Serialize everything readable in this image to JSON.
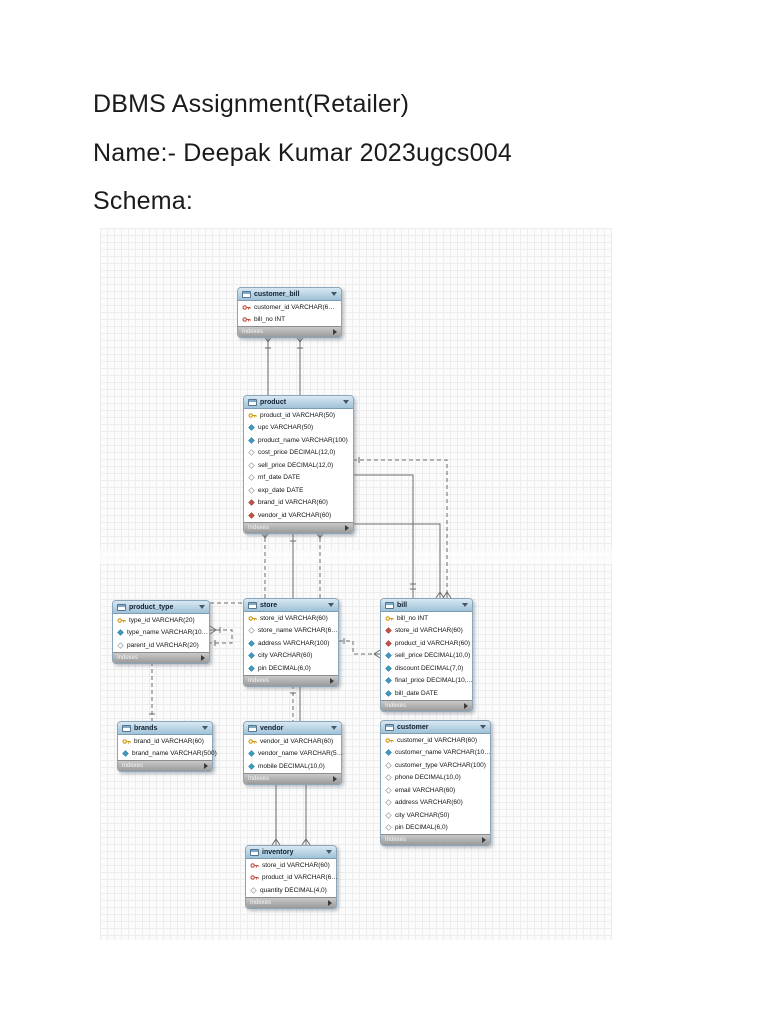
{
  "document": {
    "title": "DBMS Assignment(Retailer)",
    "name_line": "Name:- Deepak Kumar 2023ugcs004",
    "schema_label": "Schema:"
  },
  "diagram": {
    "indexes_label": "Indexes",
    "colors": {
      "table_header_blue": "#aecfe4",
      "table_footer_gray": "#a9a9a9",
      "grid_minor": "#ededed",
      "grid_major": "#e0e0e0",
      "primary_key": "#d8a213",
      "primary_foreign_key": "#c14f43",
      "attr_notnull": "#3f9cc4",
      "attr_nullable": "#ffffff",
      "attr_foreign": "#c4574a",
      "relationship_line": "#6b6b6b"
    },
    "tables": [
      {
        "name": "customer_bill",
        "fields": [
          {
            "icon": "key-red",
            "label": "customer_id VARCHAR(6…"
          },
          {
            "icon": "key-red",
            "label": "bill_no INT"
          }
        ]
      },
      {
        "name": "product",
        "fields": [
          {
            "icon": "key-yellow",
            "label": "product_id VARCHAR(50)"
          },
          {
            "icon": "diamond-blue",
            "label": "upc VARCHAR(50)"
          },
          {
            "icon": "diamond-blue",
            "label": "product_name VARCHAR(100)"
          },
          {
            "icon": "diamond-white",
            "label": "cost_price DECIMAL(12,0)"
          },
          {
            "icon": "diamond-white",
            "label": "sell_price DECIMAL(12,0)"
          },
          {
            "icon": "diamond-white",
            "label": "mf_date DATE"
          },
          {
            "icon": "diamond-white",
            "label": "exp_date DATE"
          },
          {
            "icon": "diamond-red",
            "label": "brand_id VARCHAR(60)"
          },
          {
            "icon": "diamond-red",
            "label": "vendor_id VARCHAR(60)"
          }
        ]
      },
      {
        "name": "product_type",
        "fields": [
          {
            "icon": "key-yellow",
            "label": "type_id VARCHAR(20)"
          },
          {
            "icon": "diamond-blue",
            "label": "type_name VARCHAR(10…"
          },
          {
            "icon": "diamond-white",
            "label": "parent_id VARCHAR(20)"
          }
        ]
      },
      {
        "name": "store",
        "fields": [
          {
            "icon": "key-yellow",
            "label": "store_id VARCHAR(60)"
          },
          {
            "icon": "diamond-white",
            "label": "store_name VARCHAR(6…"
          },
          {
            "icon": "diamond-blue",
            "label": "address VARCHAR(100)"
          },
          {
            "icon": "diamond-blue",
            "label": "city VARCHAR(60)"
          },
          {
            "icon": "diamond-blue",
            "label": "pin DECIMAL(6,0)"
          }
        ]
      },
      {
        "name": "bill",
        "fields": [
          {
            "icon": "key-yellow",
            "label": "bill_no INT"
          },
          {
            "icon": "diamond-red",
            "label": "store_id VARCHAR(60)"
          },
          {
            "icon": "diamond-red",
            "label": "product_id VARCHAR(60)"
          },
          {
            "icon": "diamond-blue",
            "label": "sell_price DECIMAL(10,0)"
          },
          {
            "icon": "diamond-blue",
            "label": "discount DECIMAL(7,0)"
          },
          {
            "icon": "diamond-blue",
            "label": "final_price DECIMAL(10,…"
          },
          {
            "icon": "diamond-blue",
            "label": "bill_date DATE"
          }
        ]
      },
      {
        "name": "brands",
        "fields": [
          {
            "icon": "key-yellow",
            "label": "brand_id VARCHAR(60)"
          },
          {
            "icon": "diamond-blue",
            "label": "brand_name VARCHAR(500)"
          }
        ]
      },
      {
        "name": "vendor",
        "fields": [
          {
            "icon": "key-yellow",
            "label": "vendor_id VARCHAR(60)"
          },
          {
            "icon": "diamond-blue",
            "label": "vendor_name VARCHAR(5…"
          },
          {
            "icon": "diamond-blue",
            "label": "mobile DECIMAL(10,0)"
          }
        ]
      },
      {
        "name": "customer",
        "fields": [
          {
            "icon": "key-yellow",
            "label": "customer_id VARCHAR(60)"
          },
          {
            "icon": "diamond-blue",
            "label": "customer_name VARCHAR(10…"
          },
          {
            "icon": "diamond-white",
            "label": "customer_type VARCHAR(100)"
          },
          {
            "icon": "diamond-white",
            "label": "phone DECIMAL(10,0)"
          },
          {
            "icon": "diamond-white",
            "label": "email VARCHAR(60)"
          },
          {
            "icon": "diamond-white",
            "label": "address VARCHAR(60)"
          },
          {
            "icon": "diamond-white",
            "label": "city VARCHAR(50)"
          },
          {
            "icon": "diamond-white",
            "label": "pin DECIMAL(6,0)"
          }
        ]
      },
      {
        "name": "inventory",
        "fields": [
          {
            "icon": "key-red",
            "label": "store_id VARCHAR(60)"
          },
          {
            "icon": "key-red",
            "label": "product_id VARCHAR(6…"
          },
          {
            "icon": "diamond-white",
            "label": "quantity DECIMAL(4,0)"
          }
        ]
      }
    ]
  }
}
